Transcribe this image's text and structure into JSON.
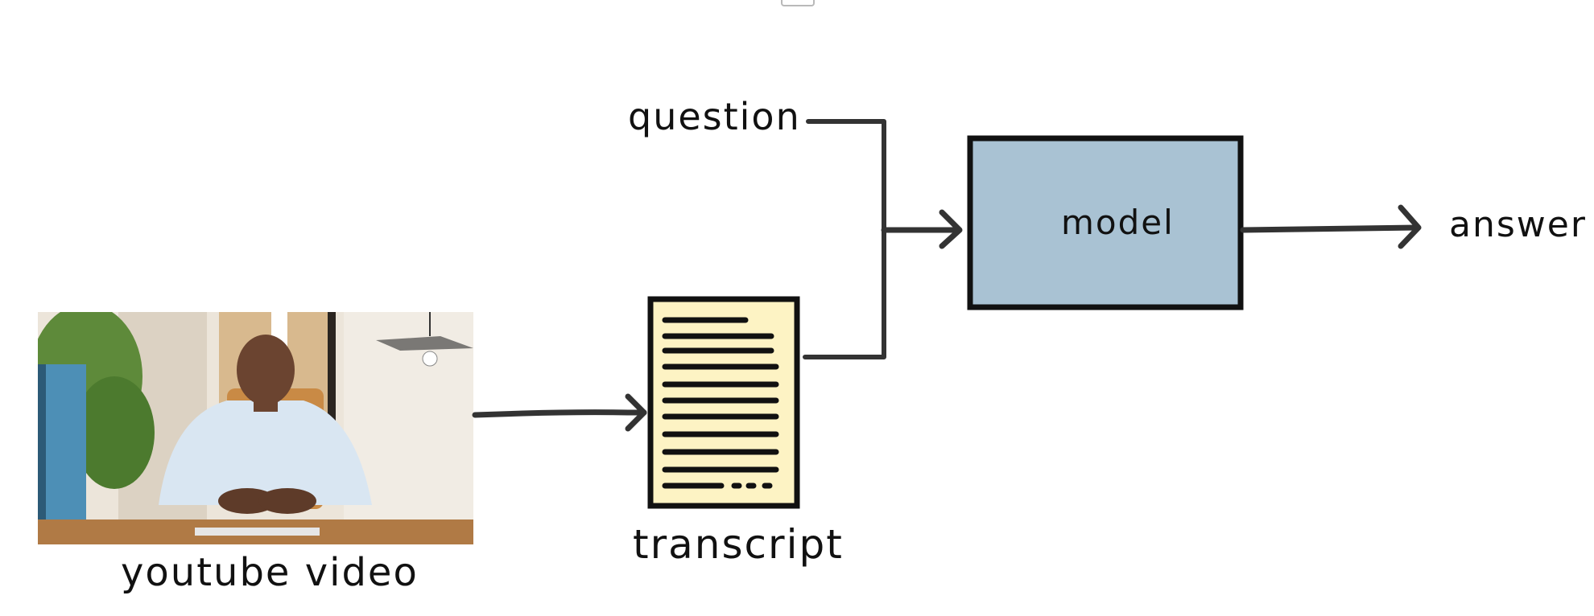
{
  "diagram": {
    "nodes": {
      "question": {
        "label": "question"
      },
      "model": {
        "label": "model"
      },
      "answer": {
        "label": "answer"
      },
      "transcript": {
        "label": "transcript"
      },
      "youtube_video": {
        "label": "youtube video"
      }
    },
    "edges": [
      {
        "from": "youtube_video",
        "to": "transcript"
      },
      {
        "from": "question",
        "to": "model"
      },
      {
        "from": "transcript",
        "to": "model"
      },
      {
        "from": "model",
        "to": "answer"
      }
    ],
    "colors": {
      "model_fill": "#a9c2d3",
      "transcript_fill": "#fdf3c4",
      "stroke": "#111111",
      "arrow": "#333333"
    },
    "icons": [
      "video-thumbnail",
      "document-icon"
    ]
  }
}
